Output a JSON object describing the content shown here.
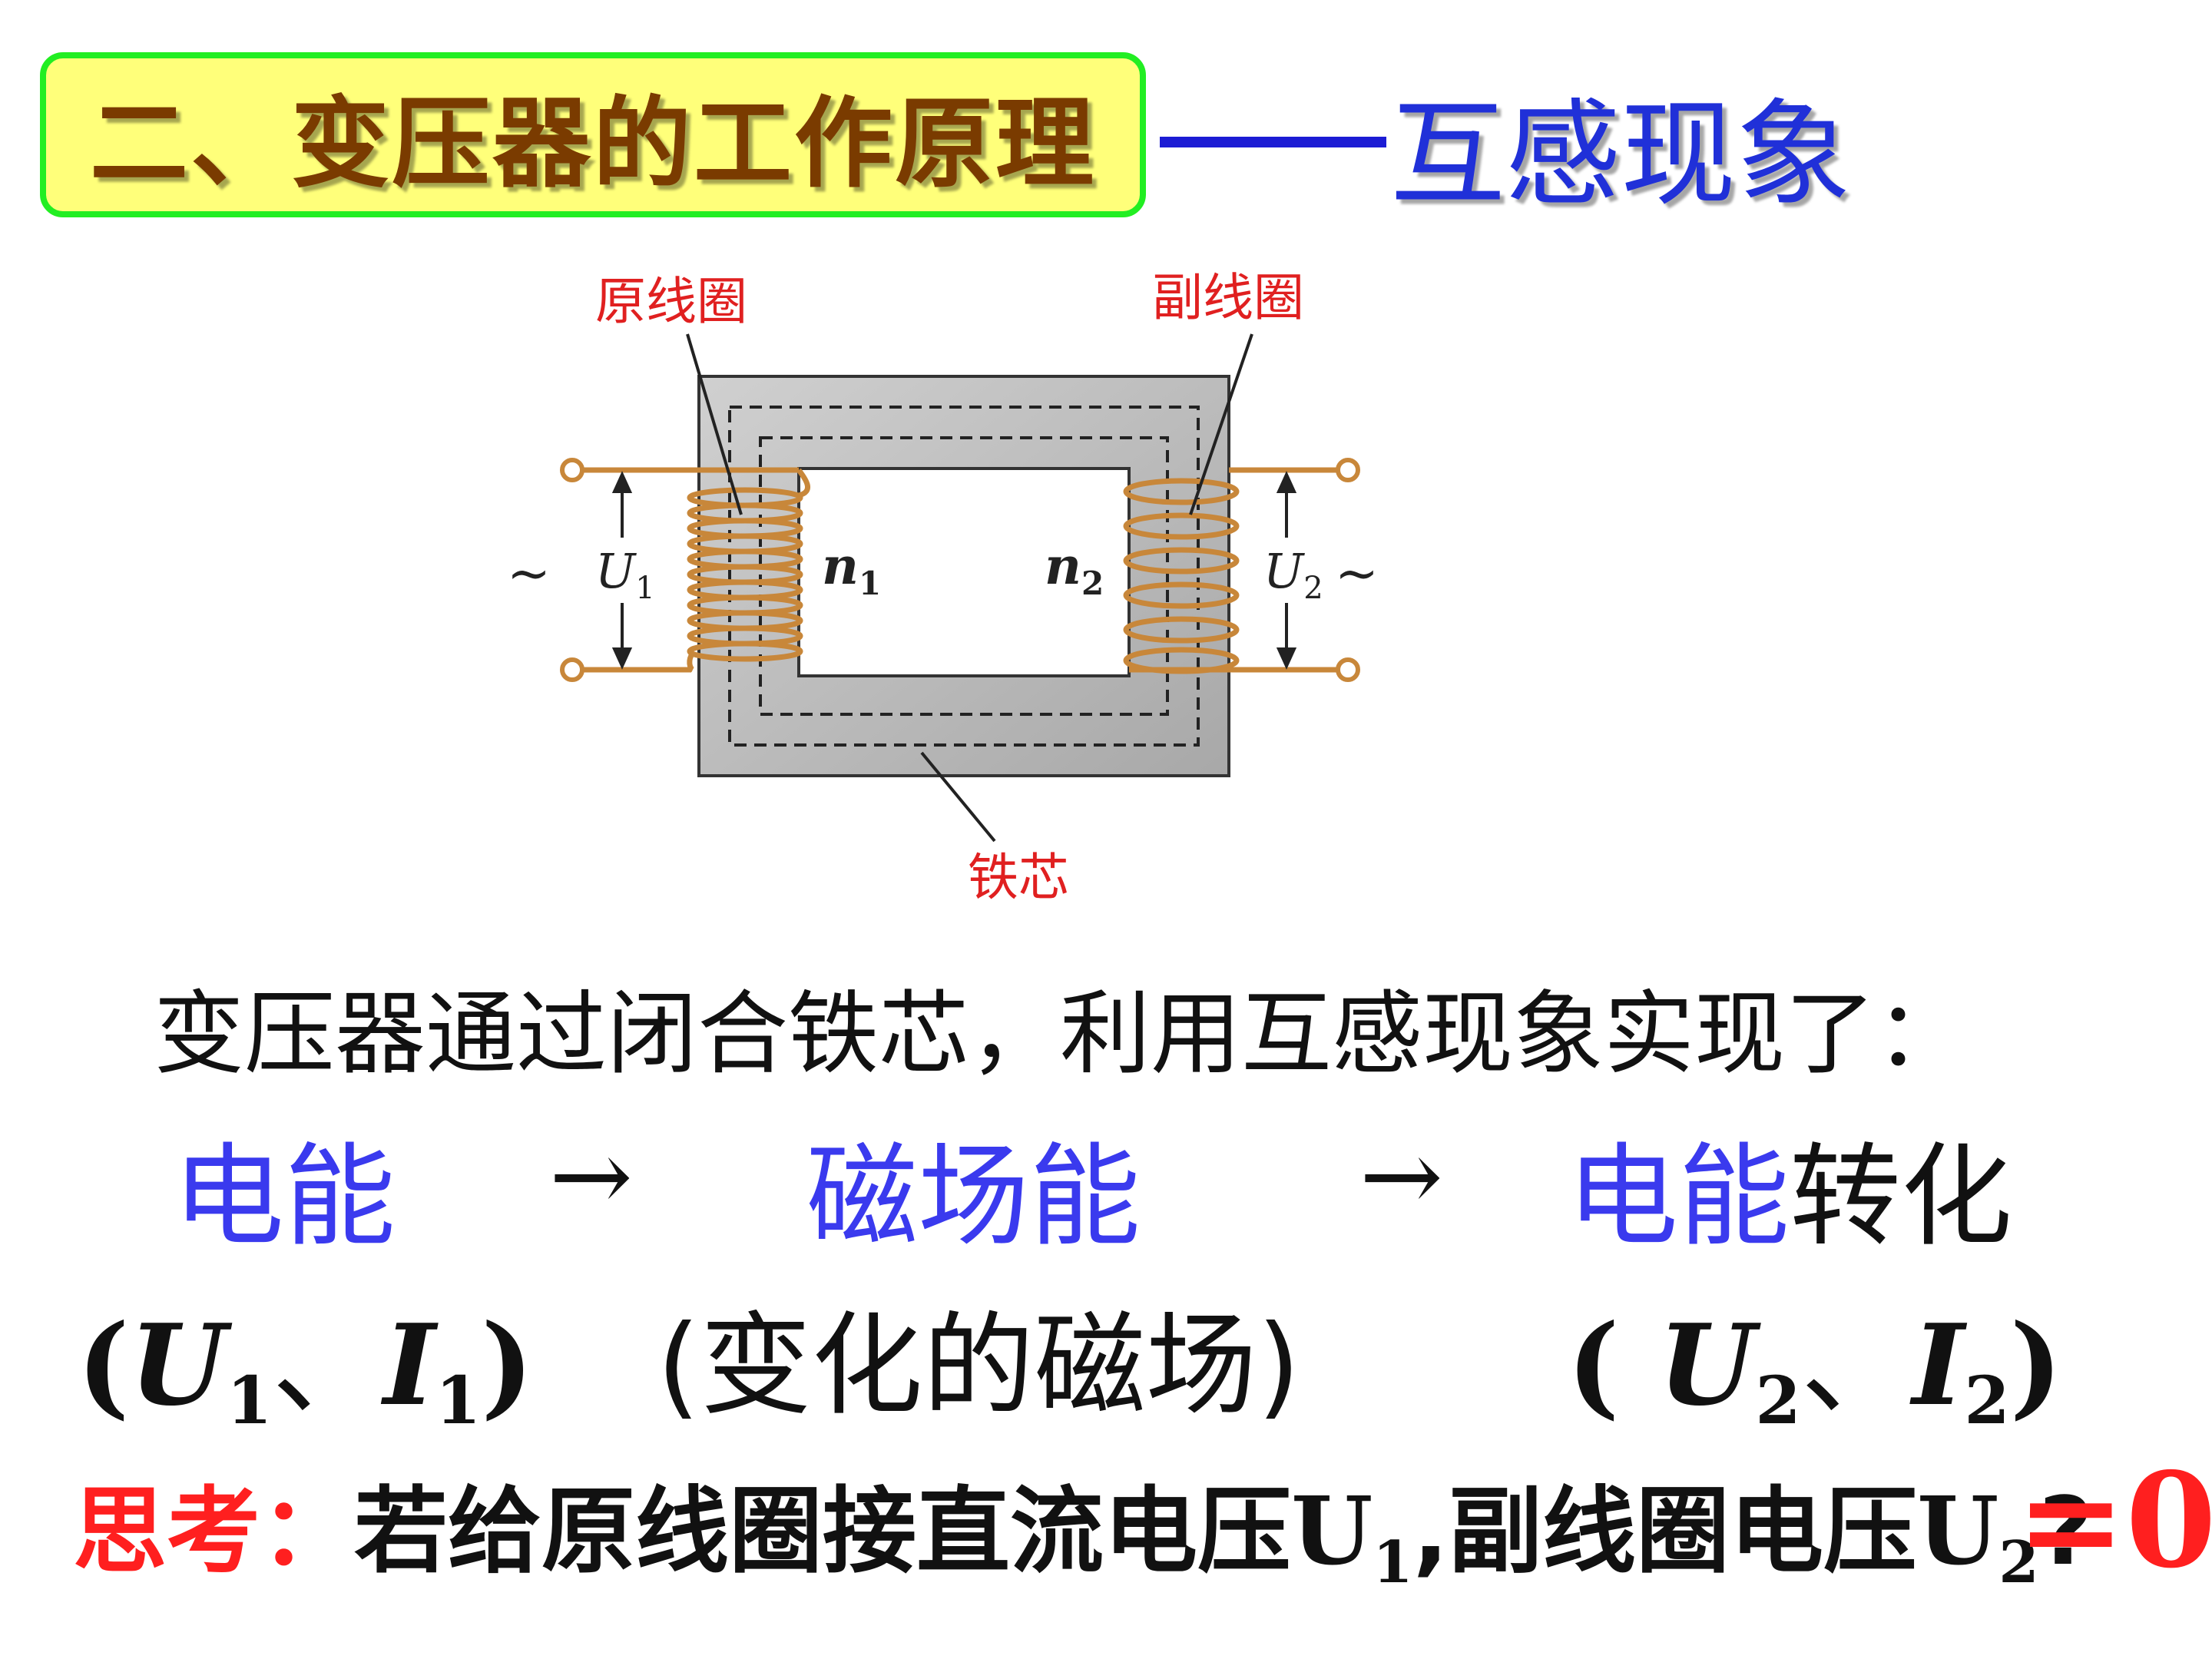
{
  "header": {
    "title": "二、变压器的工作原理",
    "dash": "——",
    "subtitle": "互感现象"
  },
  "diagram": {
    "primary_label": "原线圈",
    "secondary_label": "副线圈",
    "core_label": "铁芯",
    "n1": "n",
    "n1_sub": "1",
    "n2": "n",
    "n2_sub": "2",
    "u1": "U",
    "u1_sub": "1",
    "u2": "U",
    "u2_sub": "2",
    "ac_symbol": "~"
  },
  "content": {
    "statement": "变压器通过闭合铁芯，利用互感现象实现了：",
    "energy1": "电能",
    "arrow": "→",
    "energy2": "磁场能",
    "energy3": "电能",
    "conversion": "转化",
    "paren1_open": "(",
    "paren1_u": "U",
    "paren1_u_sub": "1",
    "paren1_sep": "、",
    "paren1_i": "I",
    "paren1_i_sub": "1",
    "paren1_close": ")",
    "paren2": "(变化的磁场)",
    "paren3_open": "( ",
    "paren3_u": "U",
    "paren3_u_sub": "2",
    "paren3_sep": "、",
    "paren3_i": "I",
    "paren3_i_sub": "2",
    "paren3_close": ")"
  },
  "question": {
    "label": "思考：",
    "text": "若给原线圈接直流电压",
    "u1": "U",
    "u1_sub": "1",
    "middle": ",副线圈电压",
    "u2": "U",
    "u2_sub": "2",
    "mark": "?",
    "answer": "=0"
  },
  "colors": {
    "title_bg": "#ffff7a",
    "title_border": "#22ee22",
    "title_text": "#7a3b00",
    "subtitle": "#2030d8",
    "energy_blue": "#3a3aee",
    "label_red": "#e02020",
    "coil": "#c8873a"
  }
}
